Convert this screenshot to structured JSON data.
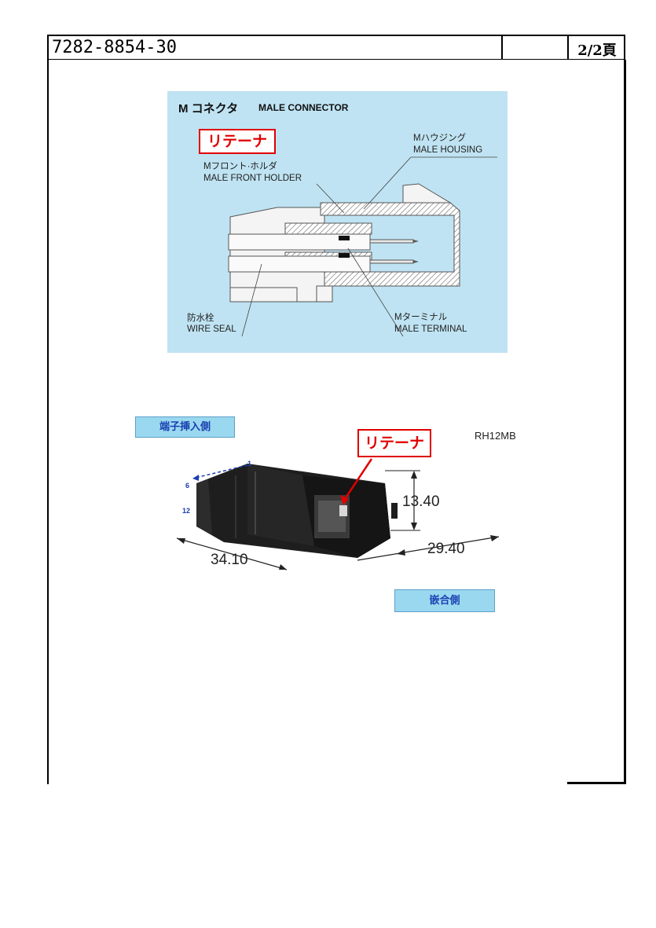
{
  "header": {
    "doc_number": "7282-8854-30",
    "page": "2/2頁"
  },
  "cross_section": {
    "title": "M コネクタ",
    "title_en": "MALE CONNECTOR",
    "retainer_label": "リテーナ",
    "front_holder_jp": "Mフロント·ホルダ",
    "front_holder_en": "MALE FRONT HOLDER",
    "housing_jp": "Mハウジング",
    "housing_en": "MALE HOUSING",
    "wire_seal_jp": "防水栓",
    "wire_seal_en": "WIRE SEAL",
    "terminal_jp": "Mターミナル",
    "terminal_en": "MALE TERMINAL"
  },
  "photo_section": {
    "insert_side_label": "端子挿入側",
    "mating_side_label": "嵌合側",
    "retainer_label": "リテーナ",
    "model": "RH12MB",
    "pin_1": "1",
    "pin_6": "6",
    "pin_12": "12",
    "dim_height": "13.40",
    "dim_depth": "29.40",
    "dim_width": "34.10"
  },
  "colors": {
    "panel_bg": "#bfe3f2",
    "retainer_red": "#e00000",
    "label_blue": "#9ad8f0"
  }
}
